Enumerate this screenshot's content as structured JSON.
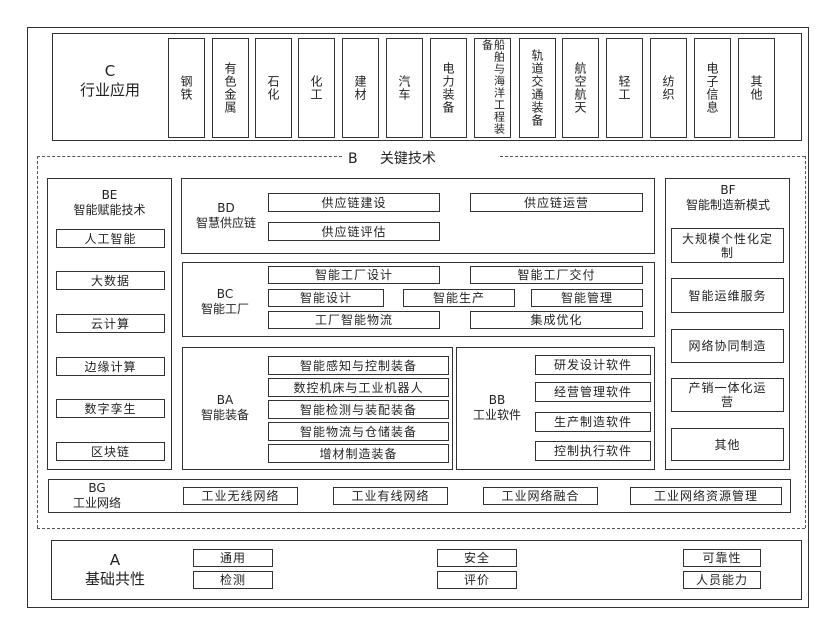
{
  "C": {
    "code": "C",
    "title": "行业应用",
    "industries": [
      "钢铁",
      "有色金属",
      "石化",
      "化工",
      "建材",
      "汽车",
      "电力装备",
      "船舶与海洋工程装备",
      "轨道交通装备",
      "航空航天",
      "轻工",
      "纺织",
      "电子信息",
      "其他"
    ]
  },
  "B": {
    "code": "B",
    "title": "关键技术",
    "BE": {
      "code": "BE",
      "title": "智能赋能技术",
      "items": [
        "人工智能",
        "大数据",
        "云计算",
        "边缘计算",
        "数字孪生",
        "区块链"
      ]
    },
    "BD": {
      "code": "BD",
      "title": "智慧供应链",
      "items": [
        "供应链建设",
        "供应链评估",
        "供应链运营"
      ]
    },
    "BC": {
      "code": "BC",
      "title": "智能工厂",
      "items": [
        "智能工厂设计",
        "智能工厂交付",
        "智能设计",
        "智能生产",
        "智能管理",
        "工厂智能物流",
        "集成优化"
      ]
    },
    "BA": {
      "code": "BA",
      "title": "智能装备",
      "items": [
        "智能感知与控制装备",
        "数控机床与工业机器人",
        "智能检测与装配装备",
        "智能物流与仓储装备",
        "增材制造装备"
      ]
    },
    "BB": {
      "code": "BB",
      "title": "工业软件",
      "items": [
        "研发设计软件",
        "经营管理软件",
        "生产制造软件",
        "控制执行软件"
      ]
    },
    "BF": {
      "code": "BF",
      "title": "智能制造新模式",
      "items": [
        "大规模个性化定制",
        "智能运维服务",
        "网络协同制造",
        "产销一体化运营",
        "其他"
      ]
    },
    "BG": {
      "code": "BG",
      "title": "工业网络",
      "items": [
        "工业无线网络",
        "工业有线网络",
        "工业网络融合",
        "工业网络资源管理"
      ]
    }
  },
  "A": {
    "code": "A",
    "title": "基础共性",
    "items": [
      "通用",
      "检测",
      "安全",
      "评价",
      "可靠性",
      "人员能力"
    ]
  }
}
